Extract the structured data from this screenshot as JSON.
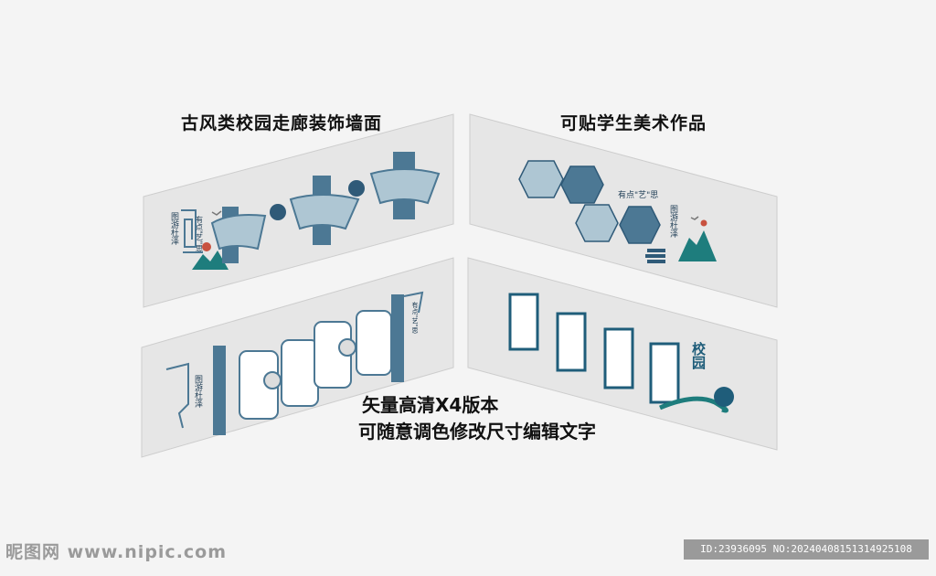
{
  "captions": {
    "left_title": "古风类校园走廊装饰墙面",
    "right_title": "可贴学生美术作品",
    "note_line1": "矢量高清X4版本",
    "note_line2": "可随意调色修改尺寸编辑文字"
  },
  "panel_text": {
    "brand_vertical": "图游杜泽",
    "motto": "有点\"艺\"思",
    "campus": "校园"
  },
  "watermark": {
    "site": "昵图网 www.nipic.com",
    "id_line": "ID:23936095 NO:20240408151314925108"
  },
  "colors": {
    "panel": "#e6e6e6",
    "panel_edge": "#c9c9c9",
    "primary_blue": "#4c7894",
    "light_blue": "#aec6d3",
    "teal": "#1e7d7d"
  }
}
